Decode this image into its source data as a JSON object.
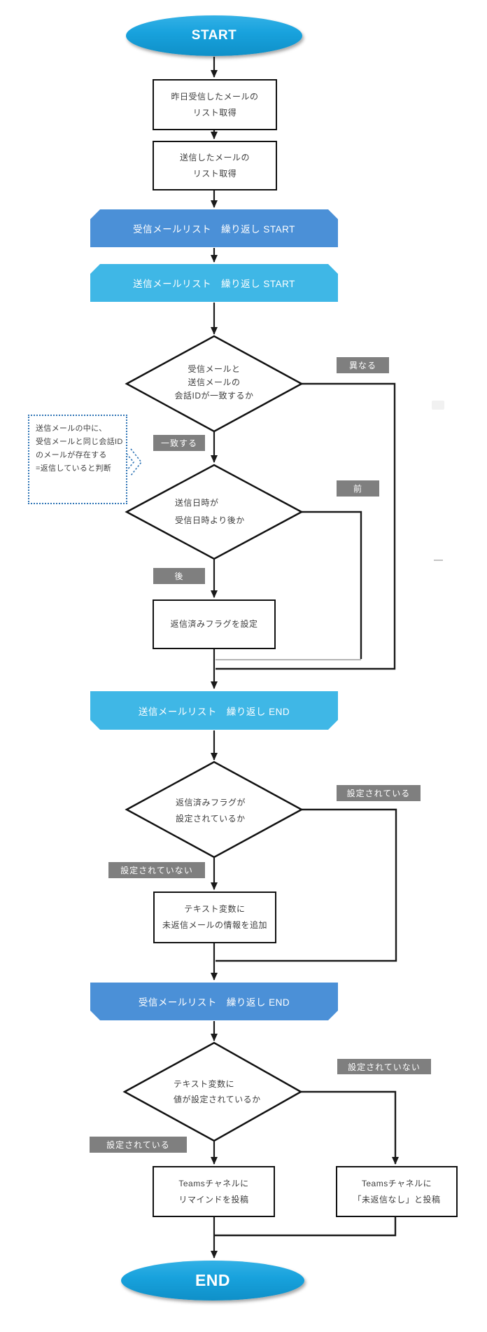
{
  "colors": {
    "terminator_fill": "#18a2dd",
    "banner_dark": "#4b90d7",
    "banner_light": "#3fb7e6",
    "branch_label_bg": "#7f7f7f",
    "note_border": "#2e74b5",
    "line": "#1a1a1a"
  },
  "terminators": {
    "start": "START",
    "end": "END"
  },
  "processes": {
    "fetch_received": {
      "lines": [
        "昨日受信したメールの",
        "リスト取得"
      ]
    },
    "fetch_sent": {
      "lines": [
        "送信したメールの",
        "リスト取得"
      ]
    },
    "set_replied_flag": {
      "lines": [
        "返信済みフラグを設定"
      ]
    },
    "append_unreplied": {
      "lines": [
        "テキスト変数に",
        "未返信メールの情報を追加"
      ]
    },
    "post_remind": {
      "lines": [
        "Teamsチャネルに",
        "リマインドを投稿"
      ]
    },
    "post_no_unreplied": {
      "lines": [
        "Teamsチャネルに",
        "「未返信なし」と投稿"
      ]
    }
  },
  "loops": {
    "received_start": "受信メールリスト　繰り返し START",
    "sent_start": "送信メールリスト　繰り返し START",
    "sent_end": "送信メールリスト　繰り返し END",
    "received_end": "受信メールリスト　繰り返し END"
  },
  "decisions": {
    "conversation_match": {
      "lines": [
        "受信メールと",
        "送信メールの",
        "会話IDが一致するか"
      ]
    },
    "sent_after_received": {
      "lines": [
        "送信日時が",
        "受信日時より後か"
      ]
    },
    "replied_flag_set": {
      "lines": [
        "返信済みフラグが",
        "設定されているか"
      ]
    },
    "text_var_set": {
      "lines": [
        "テキスト変数に",
        "値が設定されているか"
      ]
    }
  },
  "branch_labels": {
    "different": "異なる",
    "match": "一致する",
    "before": "前",
    "after": "後",
    "flag_set": "設定されている",
    "flag_not_set": "設定されていない",
    "text_not_set": "設定されていない",
    "text_set": "設定されている"
  },
  "note": {
    "lines": [
      "送信メールの中に、",
      "受信メールと同じ会話ID",
      "のメールが存在する",
      "=返信していると判断"
    ]
  }
}
